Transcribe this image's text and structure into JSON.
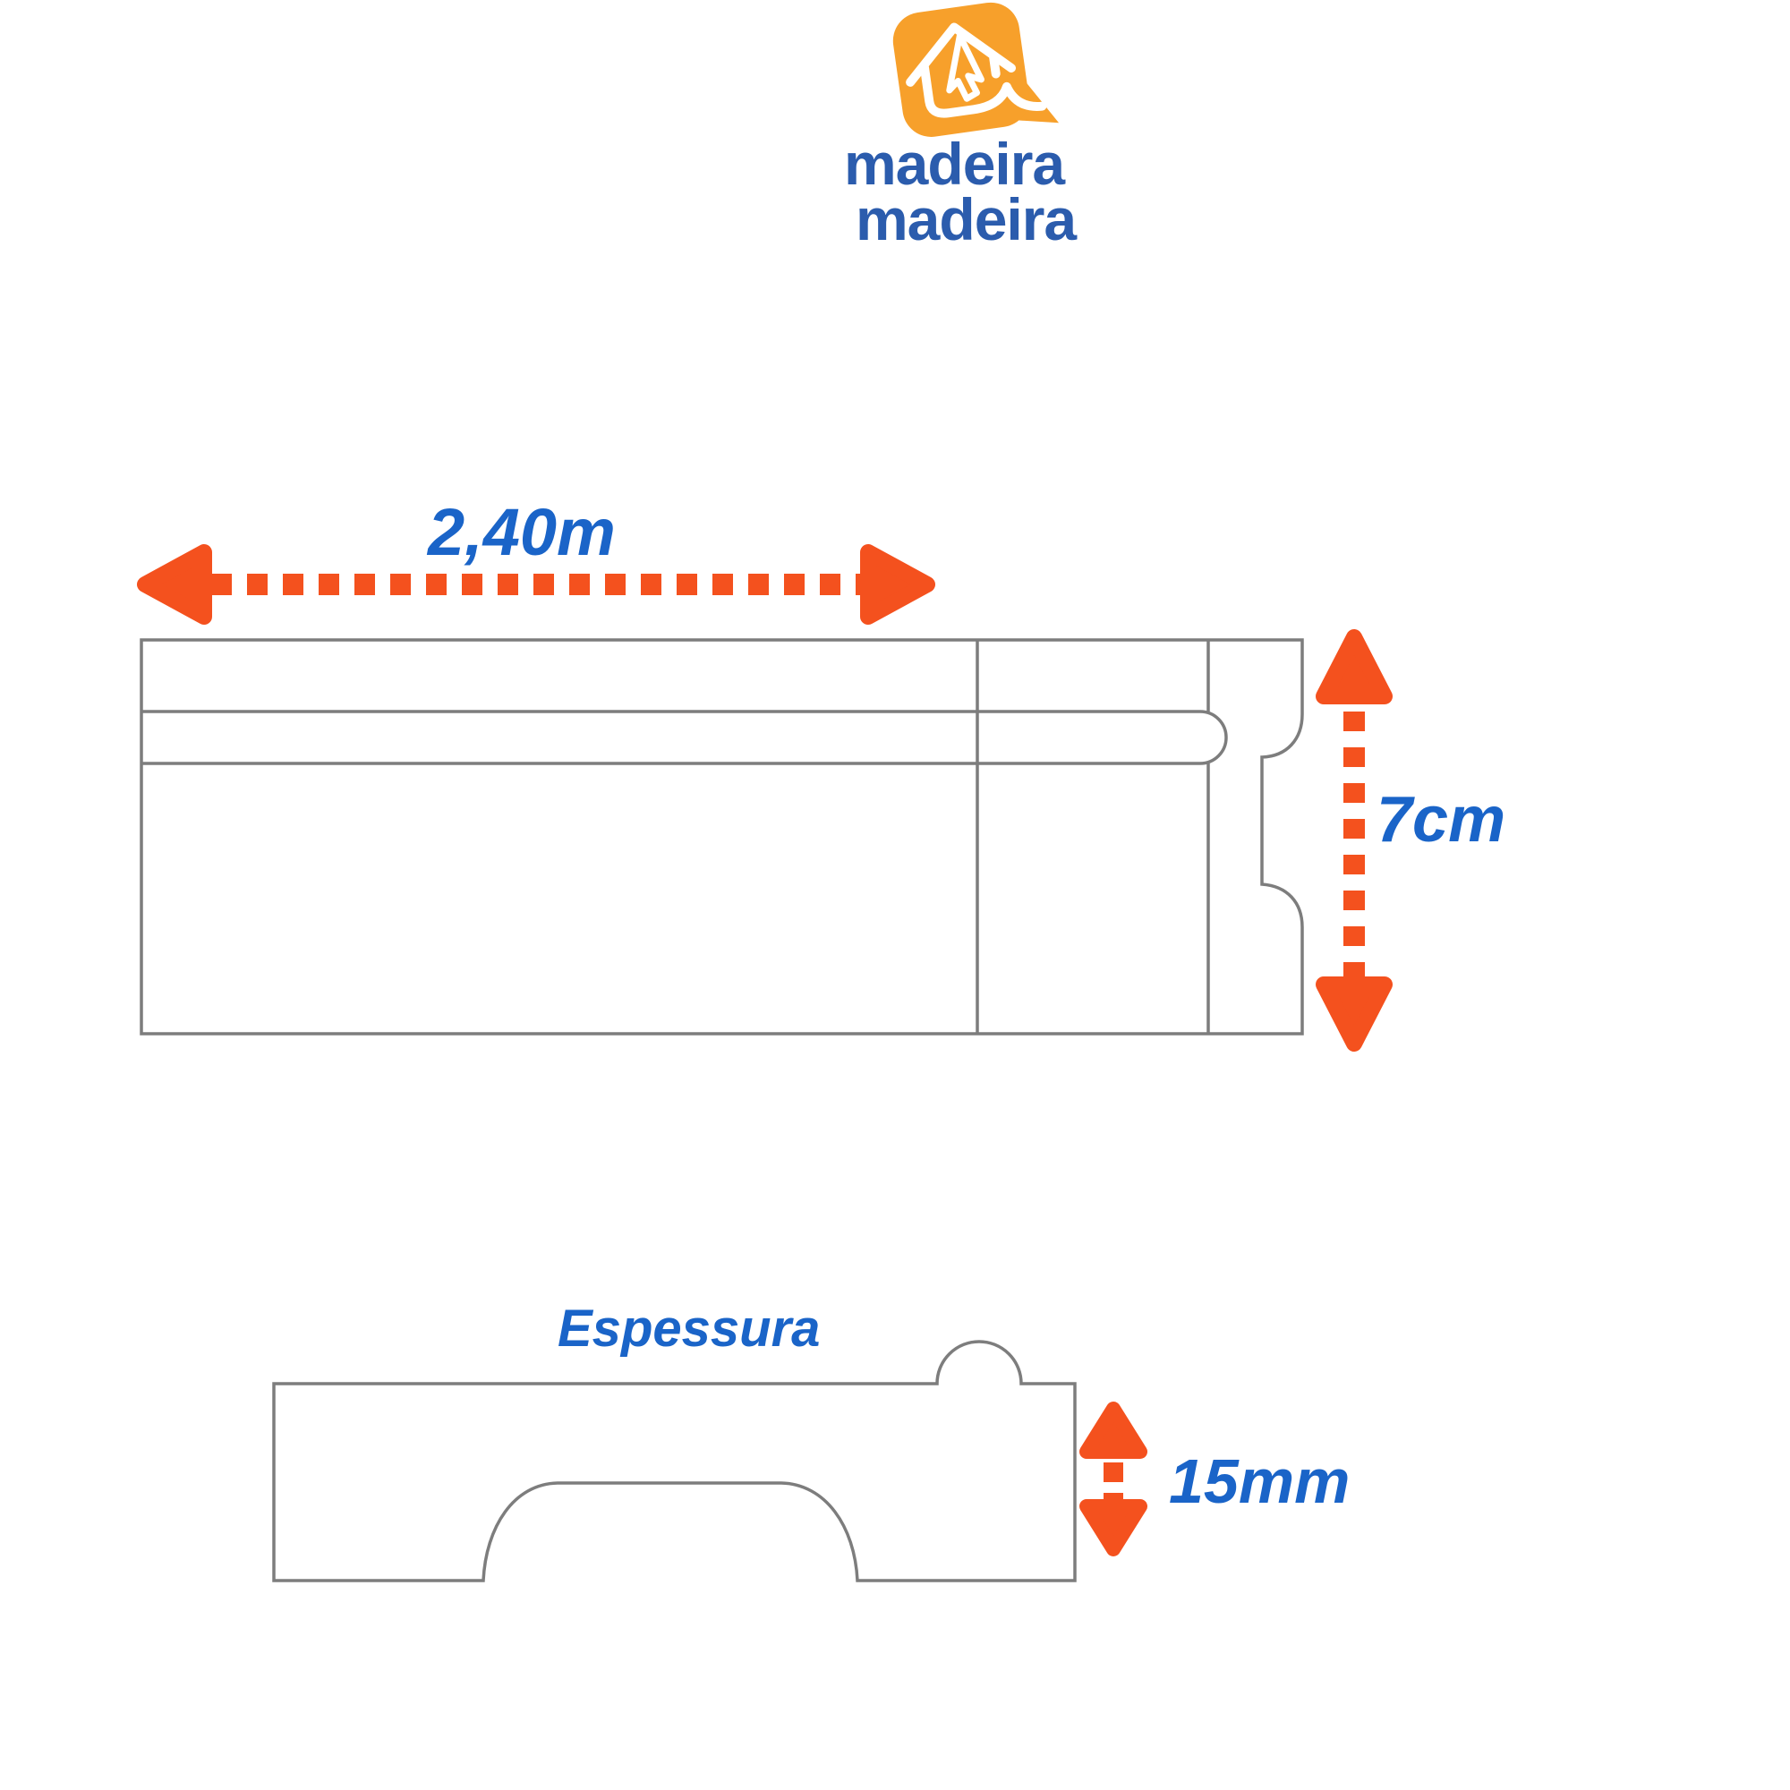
{
  "logo": {
    "icon": "house-cursor-icon",
    "line1": "madeira",
    "line2": "madeira"
  },
  "diagram": {
    "length_label": "2,40m",
    "height_label": "7cm",
    "thickness_title": "Espessura",
    "thickness_label": "15mm"
  },
  "colors": {
    "dimension_arrow_orange": "#F4511E",
    "logo_orange": "#F7A02B",
    "dimension_label_blue": "#1A64C8",
    "logo_blue": "#2B5CAD",
    "drawing_line_gray": "#7D7D7D"
  }
}
